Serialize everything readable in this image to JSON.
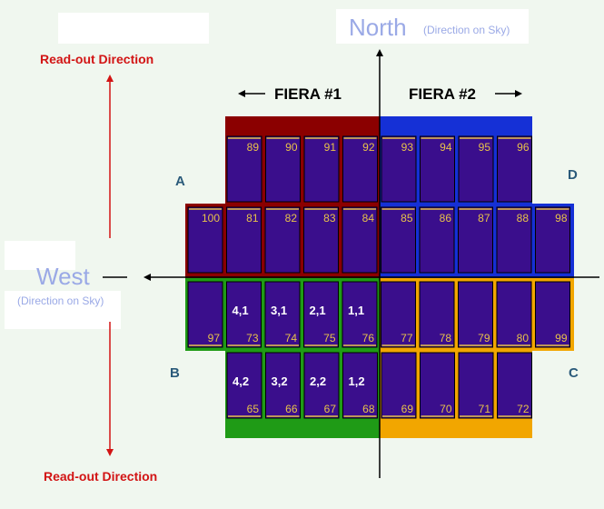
{
  "header": {
    "north_label": "North",
    "north_sub": "(Direction on Sky)",
    "west_label": "West",
    "west_sub": "(Direction on Sky)",
    "readout_top": "Read-out Direction",
    "readout_bottom": "Read-out Direction",
    "fiera1": "FIERA #1",
    "fiera2": "FIERA #2"
  },
  "corners": {
    "a": "A",
    "b": "B",
    "c": "C",
    "d": "D"
  },
  "colors": {
    "background": "#f0f7ef",
    "ccd_fill": "#3a0e8c",
    "quadrant_a": "#8b0000",
    "quadrant_b": "#1f9b16",
    "quadrant_c": "#f2a600",
    "quadrant_d": "#1530d6",
    "readout": "#d21414"
  },
  "ccd_rows": [
    [
      {
        "num": "89"
      },
      {
        "num": "90"
      },
      {
        "num": "91"
      },
      {
        "num": "92"
      },
      {
        "num": "93"
      },
      {
        "num": "94"
      },
      {
        "num": "95"
      },
      {
        "num": "96"
      }
    ],
    [
      {
        "num": "100"
      },
      {
        "num": "81"
      },
      {
        "num": "82"
      },
      {
        "num": "83"
      },
      {
        "num": "84"
      },
      {
        "num": "85"
      },
      {
        "num": "86"
      },
      {
        "num": "87"
      },
      {
        "num": "88"
      },
      {
        "num": "98"
      }
    ],
    [
      {
        "num": "97"
      },
      {
        "num": "73",
        "coord": "4,1"
      },
      {
        "num": "74",
        "coord": "3,1"
      },
      {
        "num": "75",
        "coord": "2,1"
      },
      {
        "num": "76",
        "coord": "1,1"
      },
      {
        "num": "77"
      },
      {
        "num": "78"
      },
      {
        "num": "79"
      },
      {
        "num": "80"
      },
      {
        "num": "99"
      }
    ],
    [
      {
        "num": "65",
        "coord": "4,2"
      },
      {
        "num": "66",
        "coord": "3,2"
      },
      {
        "num": "67",
        "coord": "2,2"
      },
      {
        "num": "68",
        "coord": "1,2"
      },
      {
        "num": "69"
      },
      {
        "num": "70"
      },
      {
        "num": "71"
      },
      {
        "num": "72"
      }
    ]
  ]
}
